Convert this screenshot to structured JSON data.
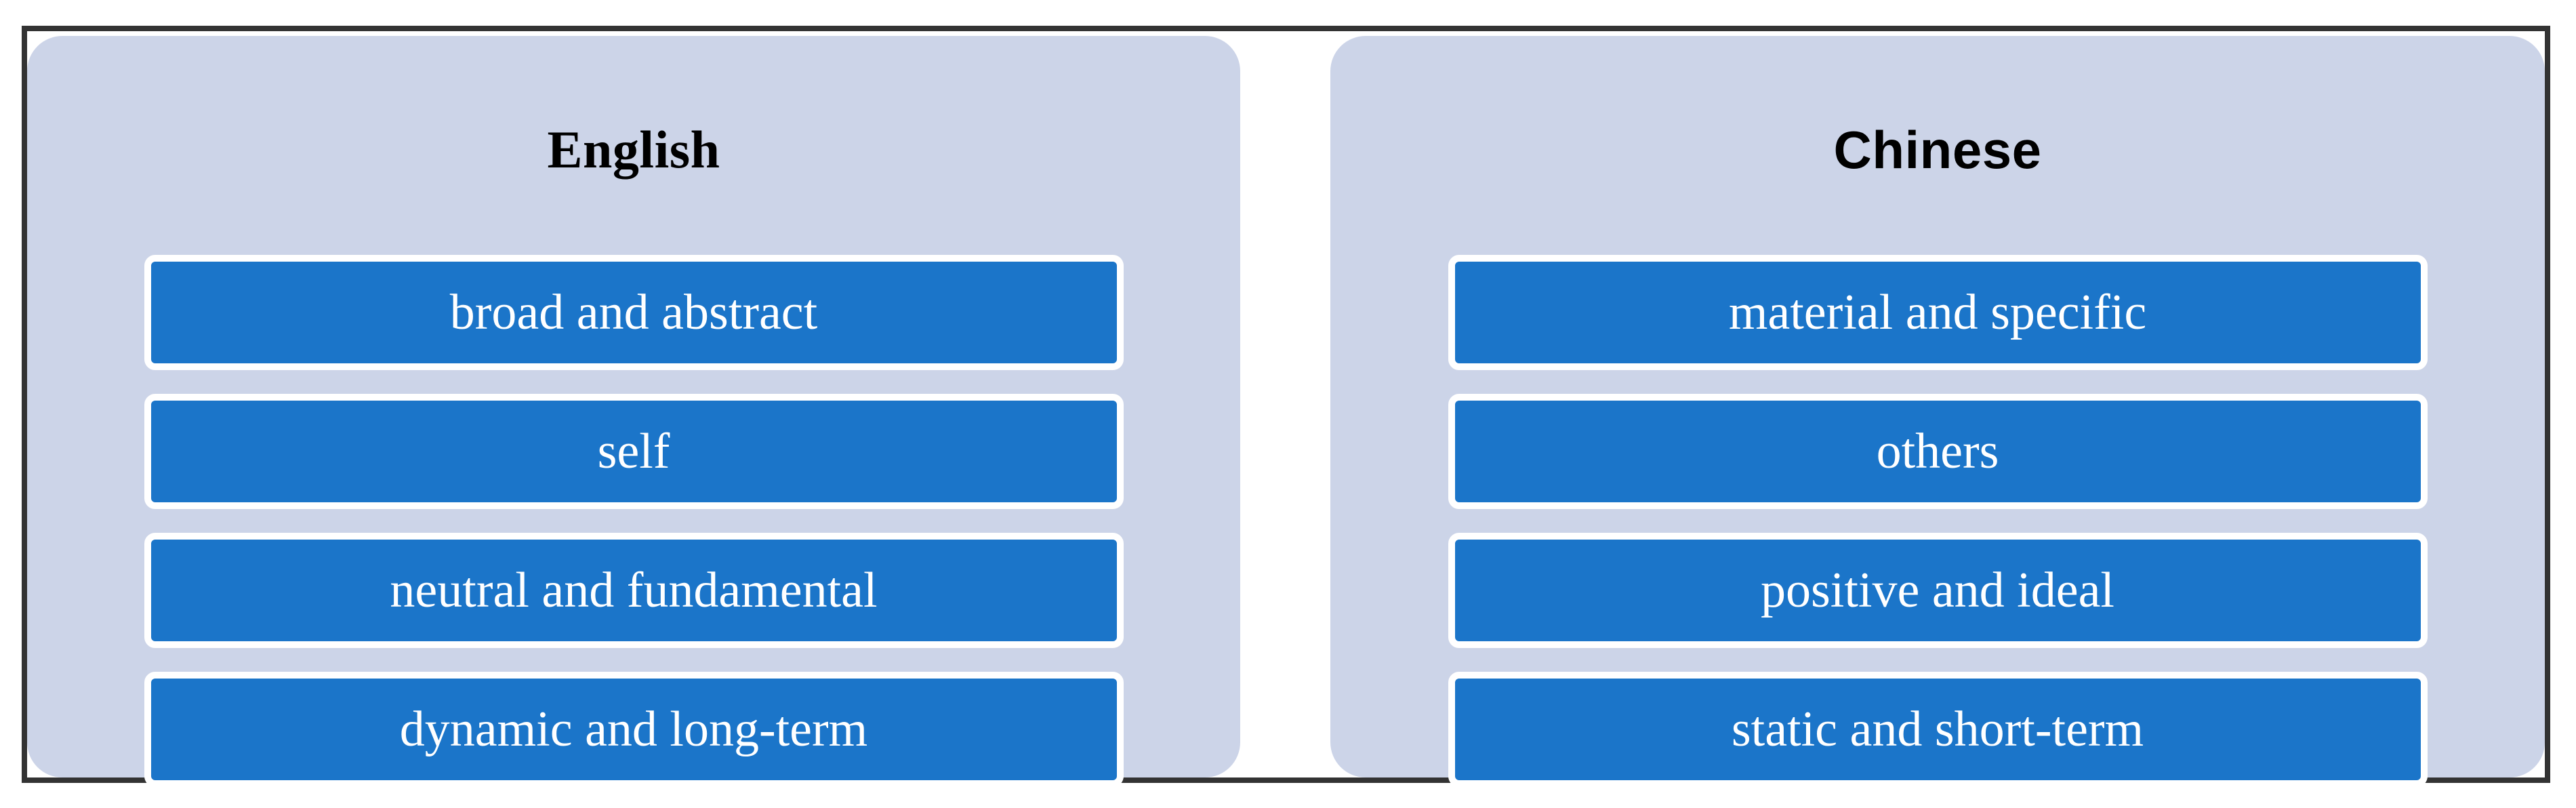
{
  "figure": {
    "frame_color": "#333333",
    "panel_bg_color": "#ccd4e8",
    "box_fill_color": "#1b75c9",
    "box_border_color": "#ffffff",
    "box_text_color": "#ffffff",
    "title_text_color": "#000000",
    "page_bg_color": "#ffffff"
  },
  "panels": [
    {
      "title": "English",
      "items": [
        {
          "label": "broad and abstract"
        },
        {
          "label": "self"
        },
        {
          "label": "neutral and fundamental"
        },
        {
          "label": "dynamic and long-term"
        }
      ]
    },
    {
      "title": "Chinese",
      "items": [
        {
          "label": "material and specific"
        },
        {
          "label": "others"
        },
        {
          "label": "positive and ideal"
        },
        {
          "label": "static and short-term"
        }
      ]
    }
  ]
}
